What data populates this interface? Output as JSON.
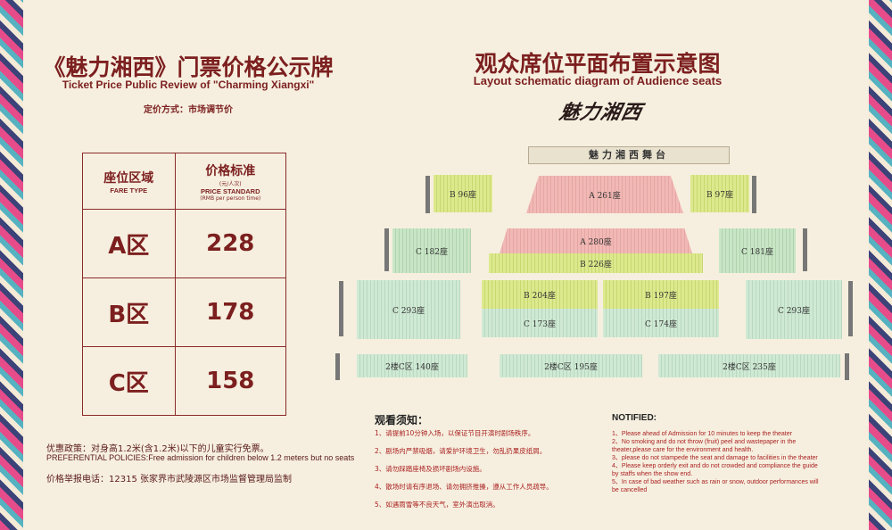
{
  "left": {
    "title": "《魅力湘西》门票价格公示牌",
    "subtitle": "Ticket Price Public Review of \"Charming Xiangxi\"",
    "pricing_method": "定价方式：市场调节价",
    "table": {
      "header_fare_zh": "座位区域",
      "header_fare_en": "FARE TYPE",
      "header_price_zh": "价格标准",
      "header_price_unit": "(元/人次)",
      "header_price_en": "PRICE STANDARD",
      "header_price_note": "(RMB per person time)",
      "rows": [
        {
          "zone": "A区",
          "price": "228"
        },
        {
          "zone": "B区",
          "price": "178"
        },
        {
          "zone": "C区",
          "price": "158"
        }
      ]
    },
    "preferential_zh": "优惠政策：对身高1.2米(含1.2米)以下的儿童实行免票。",
    "preferential_en": "PREFERENTIAL POLICIES:Free admission for children below 1.2 meters but no seats",
    "report_line": "价格举报电话：12315 张家界市武陵源区市场监督管理局监制"
  },
  "right": {
    "title": "观众席位平面布置示意图",
    "subtitle": "Layout schematic diagram of Audience seats",
    "logo": "魅力湘西",
    "stage": "魅力湘西舞台",
    "sections": {
      "b_left": "B 96座",
      "a_top": "A 261座",
      "b_right": "B 97座",
      "c_left_mid": "C 182座",
      "a_mid": "A 280座",
      "b_mid": "B 226座",
      "c_right_mid": "C 181座",
      "c_left_big": "C 293座",
      "b_204": "B 204座",
      "b_197": "B 197座",
      "c_right_big": "C 293座",
      "c_173": "C 173座",
      "c_174": "C 174座",
      "f2_left": "2楼C区 140座",
      "f2_mid": "2楼C区 195座",
      "f2_right": "2楼C区 235座"
    }
  },
  "notice": {
    "title": "观看须知：",
    "items": [
      "1、请提前10分钟入场，以保证节目开演时剧场秩序。",
      "2、剧场内严禁吸烟，请爱护环境卫生，勿乱扔果皮纸屑。",
      "3、请勿踩踏座椅及损坏剧场内设施。",
      "4、散场时请有序退场、请勿拥挤推搡，遵从工作人员疏导。",
      "5、如遇雨雪等不良天气，室外演出取消。"
    ]
  },
  "notified": {
    "title": "NOTIFIED:",
    "items": [
      "1、Please ahead of Admission for 10 minutes to keep the theater",
      "2、No smoking and do not throw (fruit) peel and wastepaper in the theater,please care for the environment and health.",
      "3、please do not stampede the seat and damage to facilities in the theater",
      "4、Please keep orderly exit and do not crowded and compliance the guide by staffs when the show end.",
      "5、In case of bad weather such as rain or snow, outdoor performances will be cancelled"
    ]
  },
  "colors": {
    "title": "#7c1f1f",
    "pink": "#f1b9b5",
    "green": "#c8e6c6",
    "lime": "#dde98d",
    "border_accent": "#e63c82"
  }
}
